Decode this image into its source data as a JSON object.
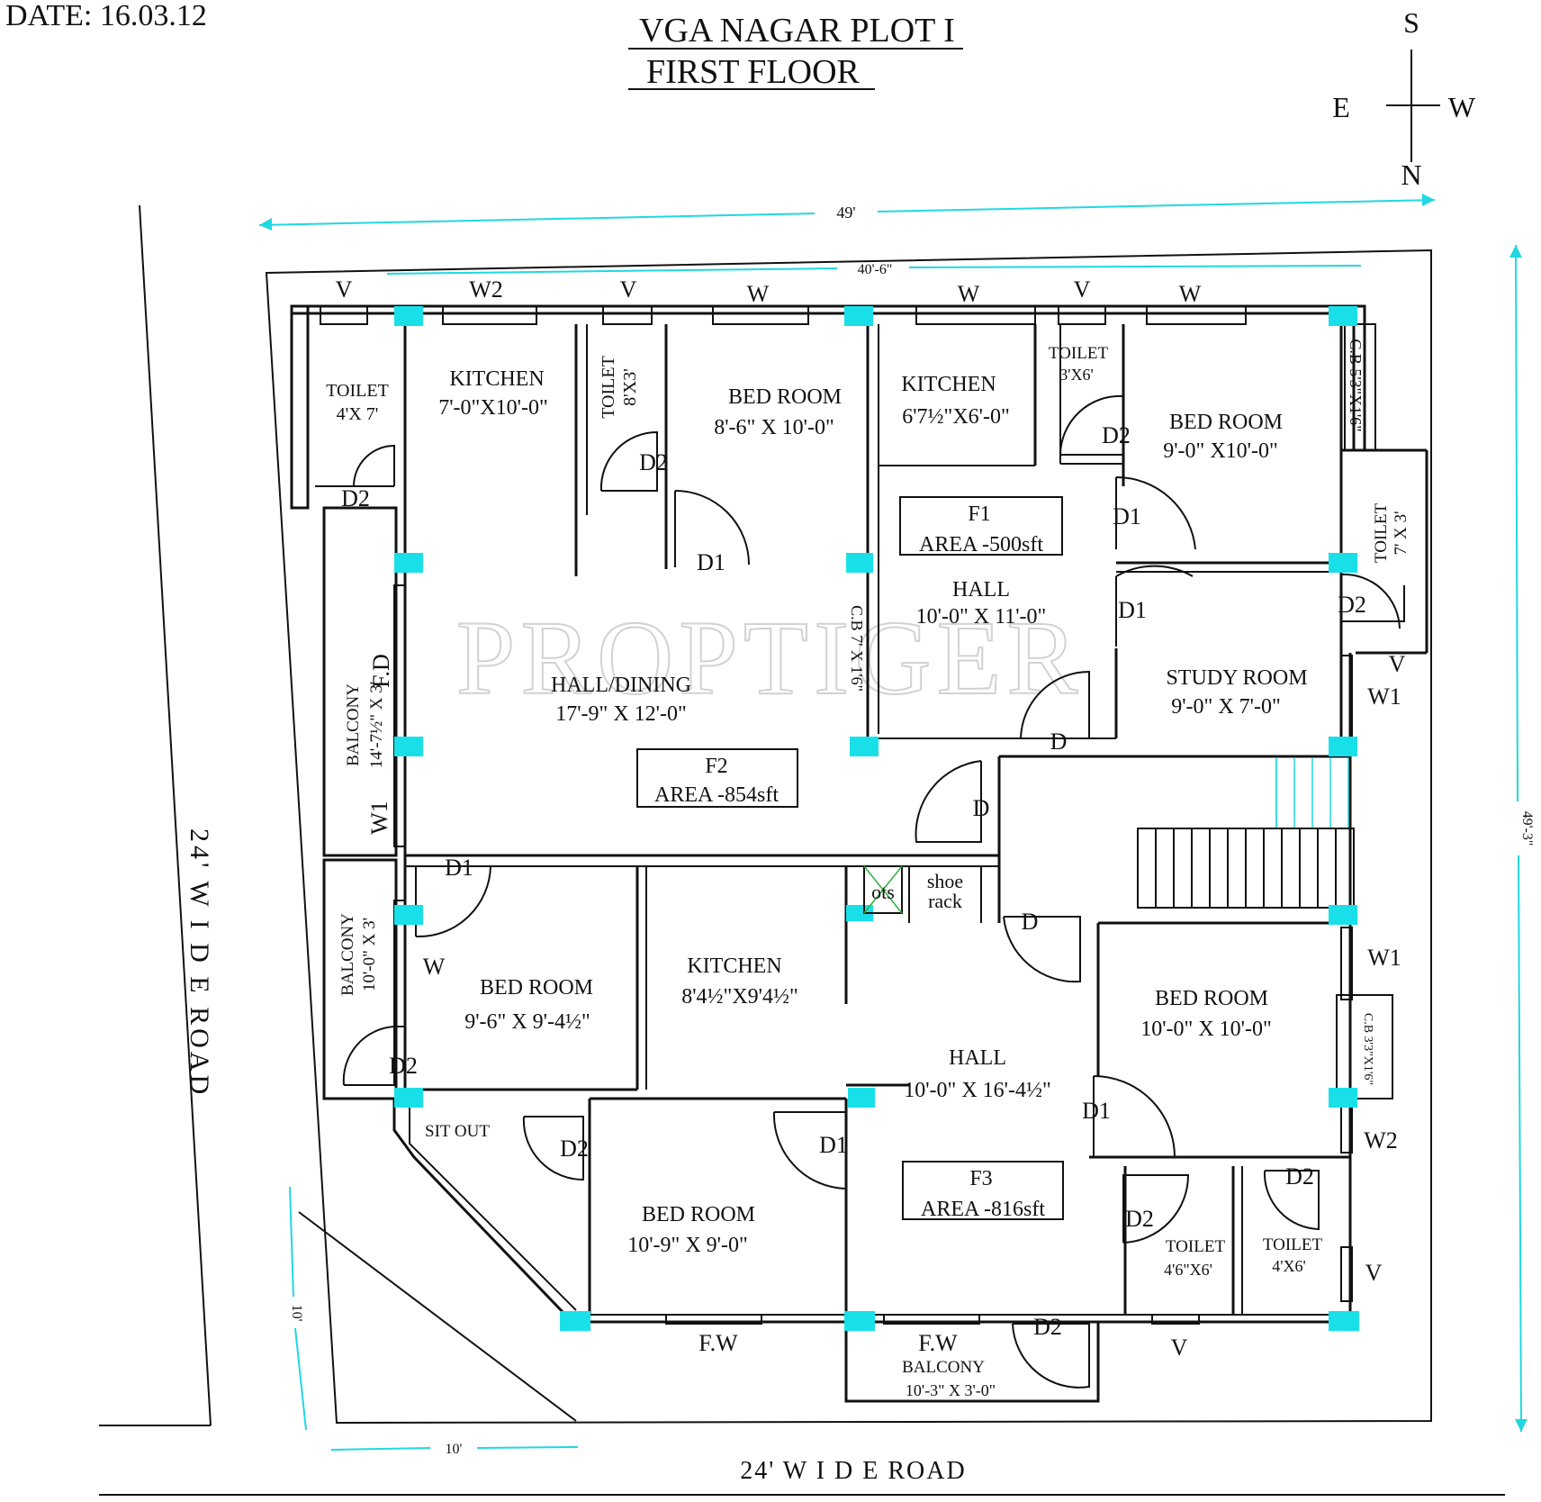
{
  "header": {
    "date": "DATE: 16.03.12",
    "title": "VGA NAGAR PLOT I",
    "subtitle": "FIRST  FLOOR"
  },
  "compass": {
    "top": "S",
    "left": "E",
    "right": "W",
    "bottom": "N"
  },
  "dimensions": {
    "overall_width": "49'",
    "inner_width": "40'-6\"",
    "overall_depth": "49'-3\"",
    "setback_side": "10'",
    "setback_bottom": "10'"
  },
  "roads": {
    "left": "24' W I D E ROAD",
    "bottom": "24'  W I D E  ROAD"
  },
  "watermark": "PROPTIGER",
  "openings": {
    "top": [
      "V",
      "W2",
      "V",
      "W",
      "W",
      "V",
      "W"
    ],
    "right": [
      "V",
      "W1",
      "W1",
      "W2",
      "V"
    ],
    "bottom": [
      "F.W",
      "F.W",
      "V"
    ],
    "left": [
      "F.D",
      "W1",
      "W"
    ],
    "doors": {
      "d2_toilet_nw": "D2",
      "d2_toilet_mid": "D2",
      "d1_bed1": "D1",
      "d2_toilet_3x6": "D2",
      "d1_bed2": "D1",
      "d1_study": "D1",
      "d2_toilet_7x3": "D2",
      "d_hall_f1": "D",
      "d_entry_f2": "D",
      "d_entry_f3": "D",
      "d1_bed3": "D1",
      "d2_balcony_2": "D2",
      "d2_sitout": "D2",
      "d1_bed4": "D1",
      "d1_bed5": "D1",
      "d2_toilet_a": "D2",
      "d2_toilet_b": "D2",
      "d2_front_balcony": "D2"
    }
  },
  "rooms": {
    "toilet_nw": {
      "name": "TOILET",
      "size": "4'X 7'"
    },
    "kitchen_f2": {
      "name": "KITCHEN",
      "size": "7'-0\"X10'-0\""
    },
    "toilet_mid": {
      "name": "TOILET",
      "size": "8'X3'"
    },
    "bed_f2_top": {
      "name": "BED ROOM",
      "size": "8'-6\" X 10'-0\""
    },
    "kitchen_f1": {
      "name": "KITCHEN",
      "size": "6'7½\"X6'-0\""
    },
    "toilet_3x6": {
      "name": "TOILET",
      "size": "3'X6'"
    },
    "bed_f1": {
      "name": "BED ROOM",
      "size": "9'-0\" X10'-0\""
    },
    "cb_top": {
      "name": "C.B 5'3\"X1'6\""
    },
    "toilet_7x3": {
      "name": "TOILET",
      "size": "7' X 3'"
    },
    "hall_f1": {
      "name": "HALL",
      "size": "10'-0\" X 11'-0\""
    },
    "study": {
      "name": "STUDY ROOM",
      "size": "9'-0\" X 7'-0\""
    },
    "cb_mid": {
      "name": "C.B 7' X 1'6\""
    },
    "hall_dining": {
      "name": "HALL/DINING",
      "size": "17'-9\" X 12'-0\""
    },
    "balcony_1": {
      "name": "BALCONY",
      "size": "14'-7½\" X 3'"
    },
    "balcony_2": {
      "name": "BALCONY",
      "size": "10'-0\" X 3'"
    },
    "bed_f2_low": {
      "name": "BED ROOM",
      "size": "9'-6\" X 9'-4½\""
    },
    "kitchen_f3": {
      "name": "KITCHEN",
      "size": "8'4½\"X9'4½\""
    },
    "ots": {
      "name": "ots"
    },
    "shoe_rack": {
      "name": "shoe",
      "name2": "rack"
    },
    "bed_f3_right": {
      "name": "BED ROOM",
      "size": "10'-0\" X 10'-0\""
    },
    "cb_right": {
      "name": "C.B 3'3\"X1'6\""
    },
    "hall_f3": {
      "name": "HALL",
      "size": "10'-0\" X 16'-4½\""
    },
    "sit_out": {
      "name": "SIT OUT"
    },
    "bed_f3_low": {
      "name": "BED ROOM",
      "size": "10'-9\" X 9'-0\""
    },
    "toilet_f3_a": {
      "name": "TOILET",
      "size": "4'6\"X6'"
    },
    "toilet_f3_b": {
      "name": "TOILET",
      "size": "4'X6'"
    },
    "front_balcony": {
      "name": "BALCONY",
      "size": "10'-3\" X 3'-0\""
    }
  },
  "areas": {
    "f1": {
      "label": "F1",
      "area": "AREA -500sft"
    },
    "f2": {
      "label": "F2",
      "area": "AREA -854sft"
    },
    "f3": {
      "label": "F3",
      "area": "AREA -816sft"
    }
  },
  "colors": {
    "dimension": "#20d8e0",
    "column": "#19e0e8",
    "ink": "#111111"
  }
}
